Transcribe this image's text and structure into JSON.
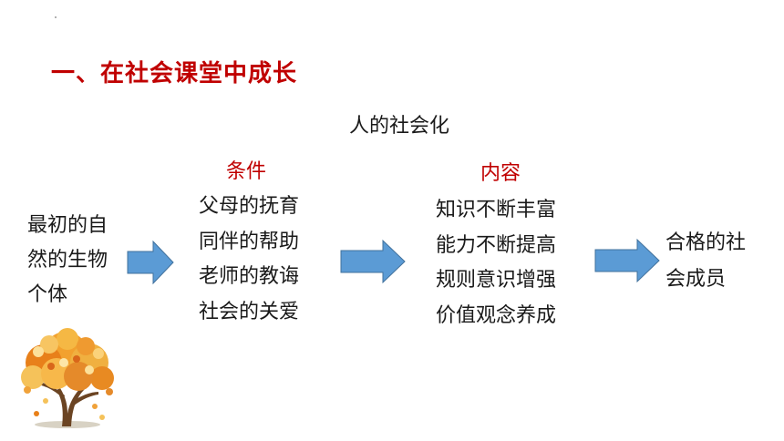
{
  "title": "一、在社会课堂中成长",
  "center_label": "人的社会化",
  "start": {
    "lines": [
      "最初的自",
      "然的生物",
      "个体"
    ]
  },
  "conditions": {
    "heading": "条件",
    "items": [
      "父母的抚育",
      "同伴的帮助",
      "老师的教诲",
      "社会的关爱"
    ]
  },
  "contents": {
    "heading": "内容",
    "items": [
      "知识不断丰富",
      "能力不断提高",
      "规则意识增强",
      "价值观念养成"
    ]
  },
  "end": {
    "lines": [
      "合格的社",
      "会成员"
    ]
  },
  "colors": {
    "title": "#c00000",
    "arrow": "#5b9bd5",
    "arrow_stroke": "#41719c"
  },
  "icons": [
    "autumn-tree-icon",
    "right-arrow-icon"
  ]
}
